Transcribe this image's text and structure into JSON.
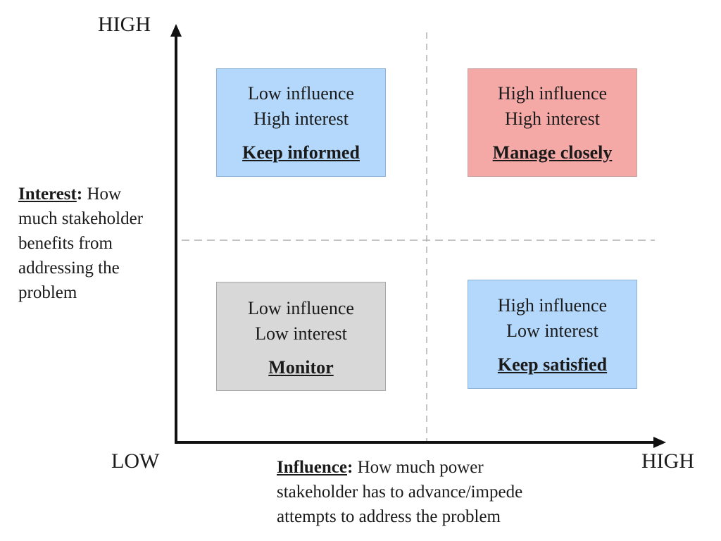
{
  "y_axis": {
    "high_label": "HIGH",
    "term": "Interest",
    "term_suffix": ":",
    "description_lines": [
      " How",
      "much stakeholder",
      "benefits from",
      "addressing the",
      "problem"
    ]
  },
  "x_axis": {
    "low_label": "LOW",
    "high_label": "HIGH",
    "term": "Influence",
    "term_suffix": ":",
    "description_lines": [
      " How much power",
      "stakeholder has to advance/impede",
      "attempts to address the problem"
    ]
  },
  "quadrants": {
    "top_left": {
      "line1": "Low influence",
      "line2": "High interest",
      "action": "Keep informed",
      "color": "#b3d8fb"
    },
    "top_right": {
      "line1": "High influence",
      "line2": "High interest",
      "action": "Manage closely",
      "color": "#f5a9a6"
    },
    "bottom_left": {
      "line1": "Low influence",
      "line2": "Low interest",
      "action": "Monitor",
      "color": "#d8d8d8"
    },
    "bottom_right": {
      "line1": "High influence",
      "line2": "Low interest",
      "action": "Keep satisfied",
      "color": "#b3d8fb"
    }
  },
  "colors": {
    "axis": "#111111",
    "divider": "#b0b0b0"
  }
}
